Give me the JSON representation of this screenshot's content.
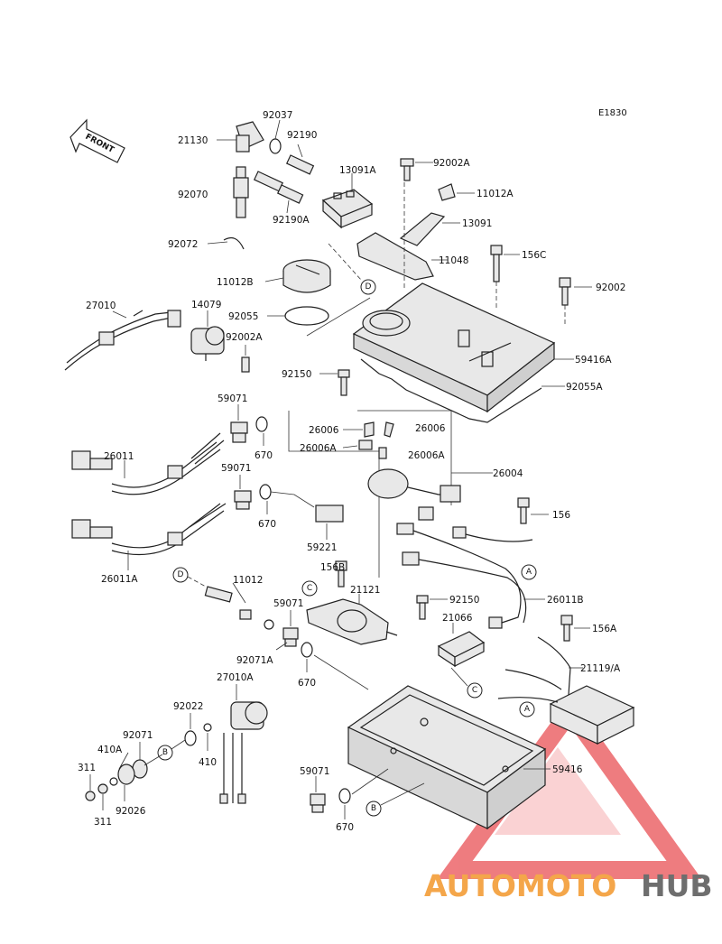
{
  "diagram_code": "E1830",
  "front_label": "FRONT",
  "parts": {
    "p92037": "92037",
    "p21130": "21130",
    "p92190": "92190",
    "p13091A": "13091A",
    "p92070": "92070",
    "p92190A": "92190A",
    "p92072": "92072",
    "p11012B": "11012B",
    "p92055": "92055",
    "p27010": "27010",
    "p14079": "14079",
    "p92002A_a": "92002A",
    "p92002A_b": "92002A",
    "p11012A": "11012A",
    "p13091": "13091",
    "p156C": "156C",
    "p11048": "11048",
    "p92002": "92002",
    "p59416A": "59416A",
    "p92150_a": "92150",
    "p92055A": "92055A",
    "p59071_a": "59071",
    "p670_a": "670",
    "p26006_a": "26006",
    "p26006_b": "26006",
    "p26006A_a": "26006A",
    "p26006A_b": "26006A",
    "p26011": "26011",
    "p26004": "26004",
    "p59071_b": "59071",
    "p670_b": "670",
    "p156": "156",
    "p59221": "59221",
    "p26011A": "26011A",
    "p156B": "156B",
    "p21121": "21121",
    "p11012": "11012",
    "p59071_c": "59071",
    "p92150_b": "92150",
    "p26011B": "26011B",
    "p21066": "21066",
    "p156A": "156A",
    "p92071A": "92071A",
    "p670_c": "670",
    "p27010A": "27010A",
    "p21119A": "21119/A",
    "p92022": "92022",
    "p92071": "92071",
    "p410A": "410A",
    "p410": "410",
    "p311_a": "311",
    "p311_b": "311",
    "p92026": "92026",
    "p59416": "59416",
    "p59071_d": "59071",
    "p670_d": "670"
  },
  "refs": {
    "D": "D",
    "C": "C",
    "A": "A",
    "B": "B"
  },
  "watermark": {
    "part1": "AUTOMOTO",
    "part2": "HUB",
    "color1": "#f4a64a",
    "color2": "#6e6e6e",
    "logo_color": "#e8454a"
  }
}
